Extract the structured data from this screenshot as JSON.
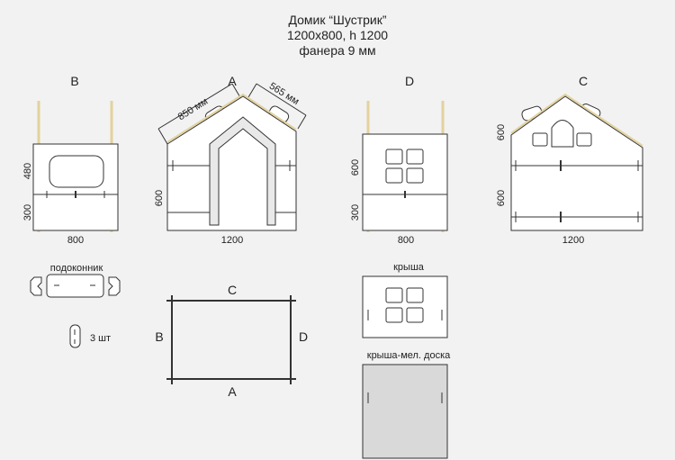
{
  "title": {
    "line1": "Домик “Шустрик”",
    "line2": "1200x800, h 1200",
    "line3": "фанера 9 мм"
  },
  "views": {
    "b": {
      "letter": "B",
      "width": "800",
      "h_top": "480",
      "h_bottom": "300"
    },
    "a": {
      "letter": "A",
      "width": "1200",
      "h": "600",
      "roof_left": "850 мм",
      "roof_right": "565 мм"
    },
    "d": {
      "letter": "D",
      "width": "800",
      "h_top": "600",
      "h_bottom": "300"
    },
    "c": {
      "letter": "C",
      "width": "1200",
      "h_top": "600",
      "h_bottom": "600"
    }
  },
  "parts": {
    "sill": "подоконник",
    "clip_count": "3 шт",
    "roof": "крыша",
    "roof_board": "крыша-мел. доска"
  },
  "plan": {
    "top": "C",
    "bottom": "A",
    "left": "B",
    "right": "D"
  },
  "colors": {
    "background": "#f2f2f2",
    "panel": "#ffffff",
    "wood_edge": "#e8d9a8",
    "board": "#d9d9d9",
    "stroke": "#333333"
  }
}
